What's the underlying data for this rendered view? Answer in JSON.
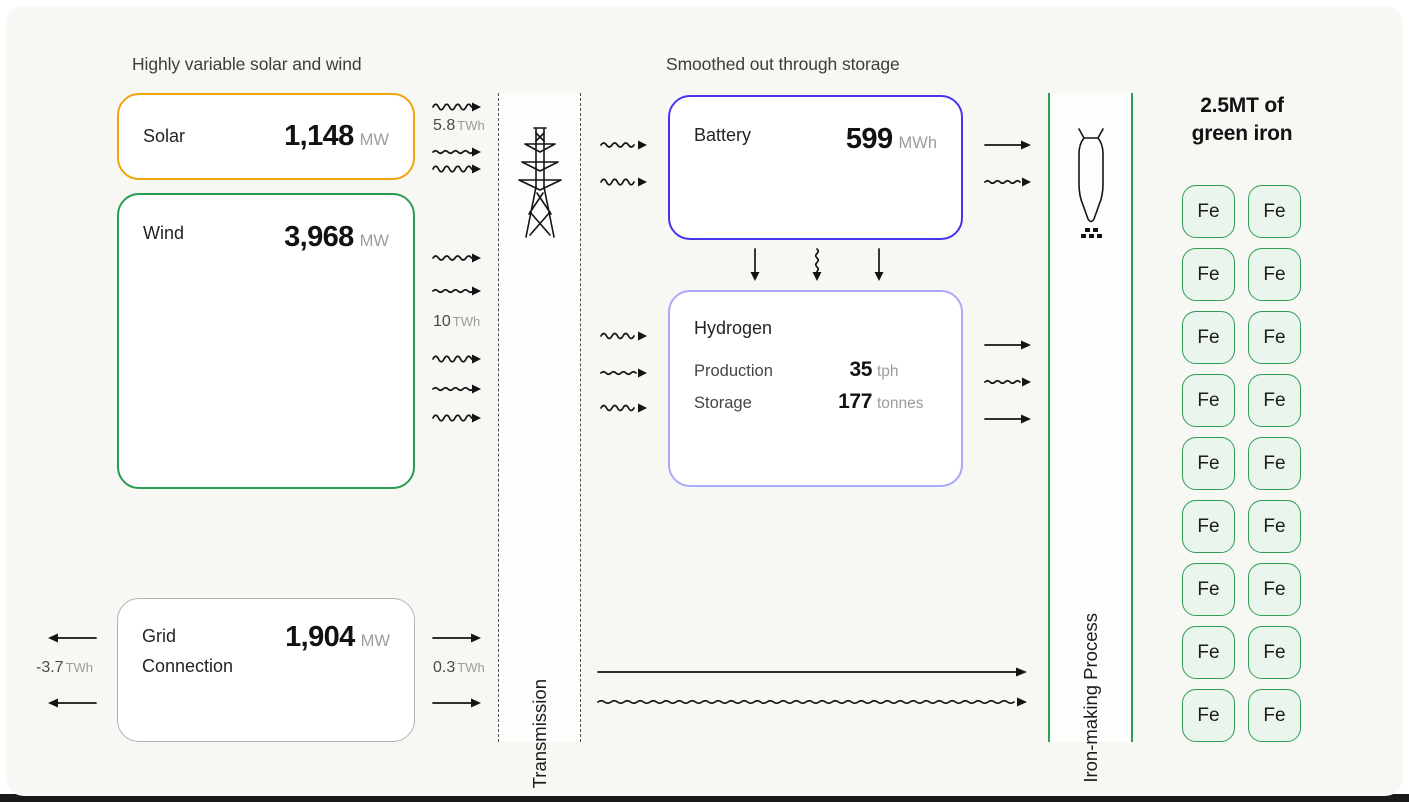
{
  "titles": {
    "variable": "Highly variable solar and wind",
    "smoothed": "Smoothed out through storage",
    "green_iron_line1": "2.5MT of",
    "green_iron_line2": "green iron"
  },
  "boxes": {
    "solar": {
      "label": "Solar",
      "value": "1,148",
      "unit": "MW"
    },
    "wind": {
      "label": "Wind",
      "value": "3,968",
      "unit": "MW"
    },
    "grid": {
      "line1": "Grid",
      "line2": "Connection",
      "value": "1,904",
      "unit": "MW"
    },
    "battery": {
      "label": "Battery",
      "value": "599",
      "unit": "MWh"
    },
    "hydrogen": {
      "label": "Hydrogen",
      "rows": [
        {
          "label": "Production",
          "value": "35",
          "unit": "tph"
        },
        {
          "label": "Storage",
          "value": "177",
          "unit": "tonnes"
        }
      ]
    }
  },
  "flow_labels": {
    "solar_out": {
      "value": "5.8",
      "unit": "TWh"
    },
    "wind_out": {
      "value": "10",
      "unit": "TWh"
    },
    "grid_export": {
      "value": "-3.7",
      "unit": "TWh"
    },
    "grid_import": {
      "value": "0.3",
      "unit": "TWh"
    }
  },
  "columns": {
    "transmission": "Transmission",
    "ironmaking": "Iron-making Process"
  },
  "green_iron": {
    "tile_count": 18,
    "tiles": [
      "Fe",
      "Fe",
      "Fe",
      "Fe",
      "Fe",
      "Fe",
      "Fe",
      "Fe",
      "Fe",
      "Fe",
      "Fe",
      "Fe",
      "Fe",
      "Fe",
      "Fe",
      "Fe",
      "Fe",
      "Fe"
    ]
  },
  "colors": {
    "bg": "#F7F7F4",
    "solar": "#F1A40B",
    "wind": "#2A9D53",
    "grid_border": "#B3B3B3",
    "battery": "#4635EE",
    "hydrogen": "#A9A9F8",
    "iron_green": "#2F9E55",
    "tile_bg": "#EAF5EE",
    "unit": "#9C9C9C",
    "ink": "#161616"
  }
}
